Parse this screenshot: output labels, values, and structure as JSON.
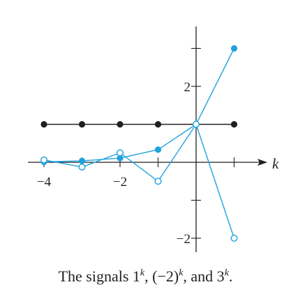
{
  "chart_data": {
    "type": "line",
    "x_axis_label": "k",
    "x_tick_labels": [
      {
        "value": -4,
        "label": "−4"
      },
      {
        "value": -2,
        "label": "−2"
      }
    ],
    "y_tick_labels": [
      {
        "value": 2,
        "label": "2"
      },
      {
        "value": -2,
        "label": "−2"
      }
    ],
    "x_ticks": [
      -4,
      -3,
      -2,
      -1,
      0,
      1
    ],
    "y_ticks": [
      -2,
      -1,
      1,
      2,
      3
    ],
    "xlim": [
      -4.3,
      1.8
    ],
    "ylim": [
      -2.5,
      3.6
    ],
    "grid": false,
    "series": [
      {
        "x": [
          -4,
          -3,
          -2,
          -1,
          0,
          1
        ],
        "y": [
          1,
          1,
          1,
          1,
          1,
          1
        ],
        "color": "#231f20",
        "marker": "filled",
        "line": true
      },
      {
        "x": [
          -4,
          -3,
          -2,
          -1,
          0,
          1
        ],
        "y": [
          0.0123,
          0.037,
          0.1111,
          0.3333,
          1,
          3
        ],
        "color": "#1fa3dd",
        "marker": "filled",
        "line": true
      },
      {
        "x": [
          -4,
          -3,
          -2,
          -1,
          0,
          1
        ],
        "y": [
          0.0625,
          -0.125,
          0.25,
          -0.5,
          1,
          -2
        ],
        "color": "#1fa3dd",
        "marker": "open",
        "line": true
      }
    ]
  },
  "caption": {
    "prefix": "The signals 1",
    "sup1": "k",
    "mid1": ", (−2)",
    "sup2": "k",
    "mid2": ", and 3",
    "sup3": "k",
    "suffix": "."
  },
  "colors": {
    "axis": "#231f20",
    "blue": "#1fa3dd",
    "black": "#231f20"
  }
}
